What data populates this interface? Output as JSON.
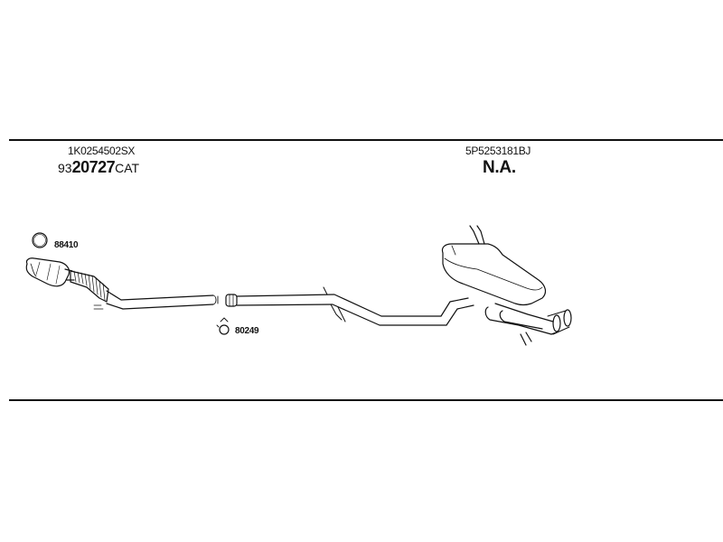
{
  "left_part": {
    "code": "1K0254502SX",
    "number_prefix": "93",
    "number_main": "20727",
    "number_suffix": "CAT"
  },
  "right_part": {
    "code": "5P5253181BJ",
    "status": "N.A."
  },
  "refs": {
    "gasket": "88410",
    "clamp": "80249"
  },
  "colors": {
    "line": "#111111",
    "background": "#ffffff"
  }
}
